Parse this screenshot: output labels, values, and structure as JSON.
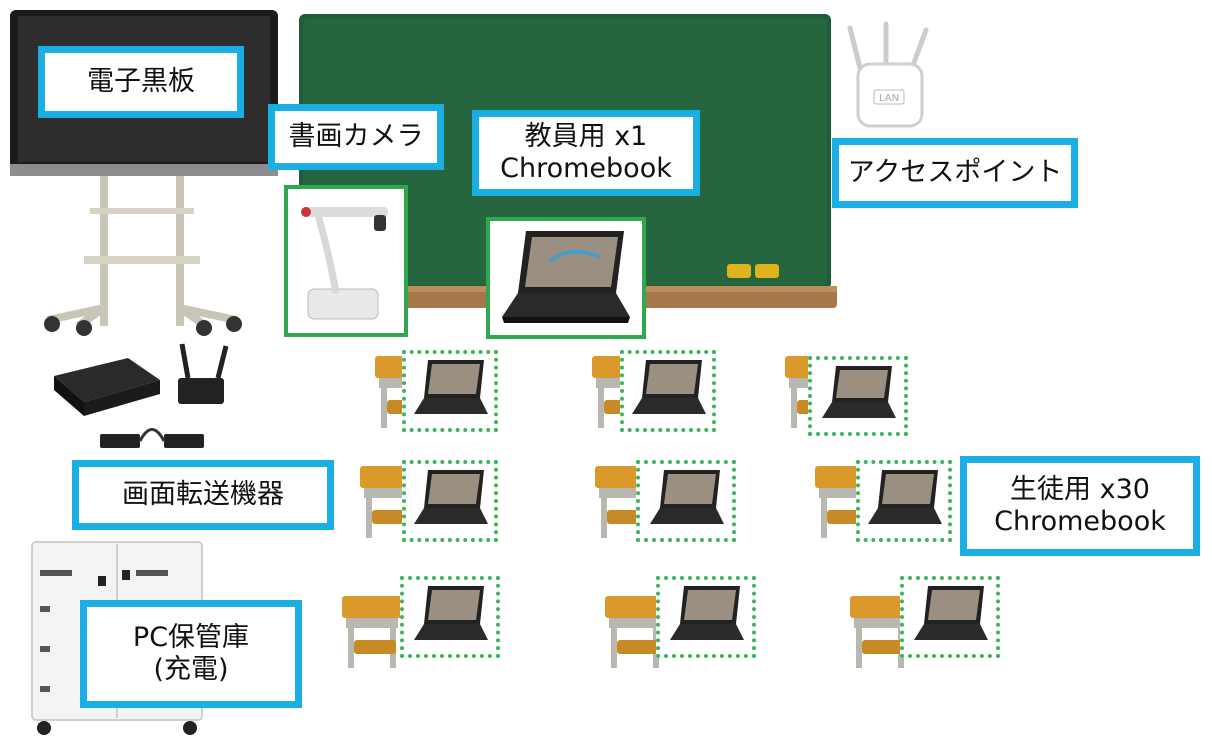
{
  "labels": {
    "electronic_blackboard": "電子黒板",
    "document_camera": "書画カメラ",
    "teacher_chromebook": "教員用 x1\nChromebook",
    "access_point": "アクセスポイント",
    "screen_transfer": "画面転送機器",
    "student_chromebook": "生徒用 x30\nChromebook",
    "pc_storage": "PC保管庫\n(充電)"
  },
  "router_tag": "LAN",
  "colors": {
    "label_border": "#1aaee5",
    "frame_green": "#2fa84f",
    "chalkboard": "#1f5c3a",
    "chalkboard_frame": "#a5774a",
    "desk_wood": "#d99a2b"
  }
}
